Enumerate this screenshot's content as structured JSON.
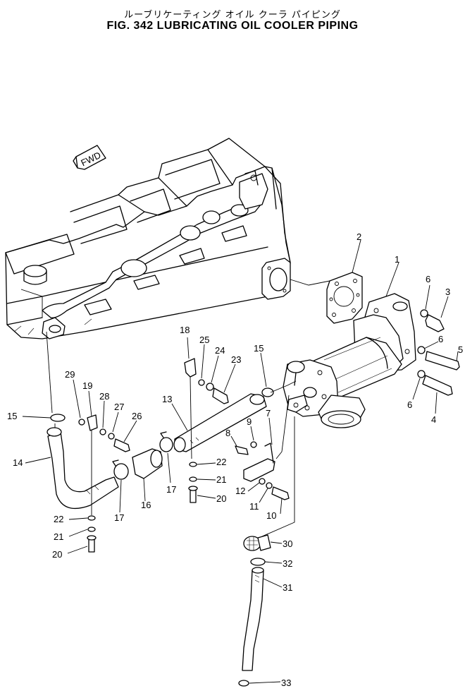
{
  "header": {
    "title_jp": "ルーブリケーティング オイル クーラ パイピング",
    "title_en": "FIG. 342  LUBRICATING OIL COOLER PIPING"
  },
  "diagram": {
    "fwd_label": "FWD",
    "parts": [
      {
        "id": "p1",
        "label": "1"
      },
      {
        "id": "p2",
        "label": "2"
      },
      {
        "id": "p3",
        "label": "3"
      },
      {
        "id": "p4",
        "label": "4"
      },
      {
        "id": "p5",
        "label": "5"
      },
      {
        "id": "p6a",
        "label": "6"
      },
      {
        "id": "p6b",
        "label": "6"
      },
      {
        "id": "p6c",
        "label": "6"
      },
      {
        "id": "p7",
        "label": "7"
      },
      {
        "id": "p8",
        "label": "8"
      },
      {
        "id": "p9",
        "label": "9"
      },
      {
        "id": "p10",
        "label": "10"
      },
      {
        "id": "p11",
        "label": "11"
      },
      {
        "id": "p12",
        "label": "12"
      },
      {
        "id": "p13",
        "label": "13"
      },
      {
        "id": "p14",
        "label": "14"
      },
      {
        "id": "p15a",
        "label": "15"
      },
      {
        "id": "p15b",
        "label": "15"
      },
      {
        "id": "p16",
        "label": "16"
      },
      {
        "id": "p17a",
        "label": "17"
      },
      {
        "id": "p17b",
        "label": "17"
      },
      {
        "id": "p18",
        "label": "18"
      },
      {
        "id": "p19",
        "label": "19"
      },
      {
        "id": "p20a",
        "label": "20"
      },
      {
        "id": "p20b",
        "label": "20"
      },
      {
        "id": "p21a",
        "label": "21"
      },
      {
        "id": "p21b",
        "label": "21"
      },
      {
        "id": "p22a",
        "label": "22"
      },
      {
        "id": "p22b",
        "label": "22"
      },
      {
        "id": "p23",
        "label": "23"
      },
      {
        "id": "p24",
        "label": "24"
      },
      {
        "id": "p25",
        "label": "25"
      },
      {
        "id": "p26",
        "label": "26"
      },
      {
        "id": "p27",
        "label": "27"
      },
      {
        "id": "p28",
        "label": "28"
      },
      {
        "id": "p29",
        "label": "29"
      },
      {
        "id": "p30",
        "label": "30"
      },
      {
        "id": "p31",
        "label": "31"
      },
      {
        "id": "p32",
        "label": "32"
      },
      {
        "id": "p33",
        "label": "33"
      }
    ]
  }
}
